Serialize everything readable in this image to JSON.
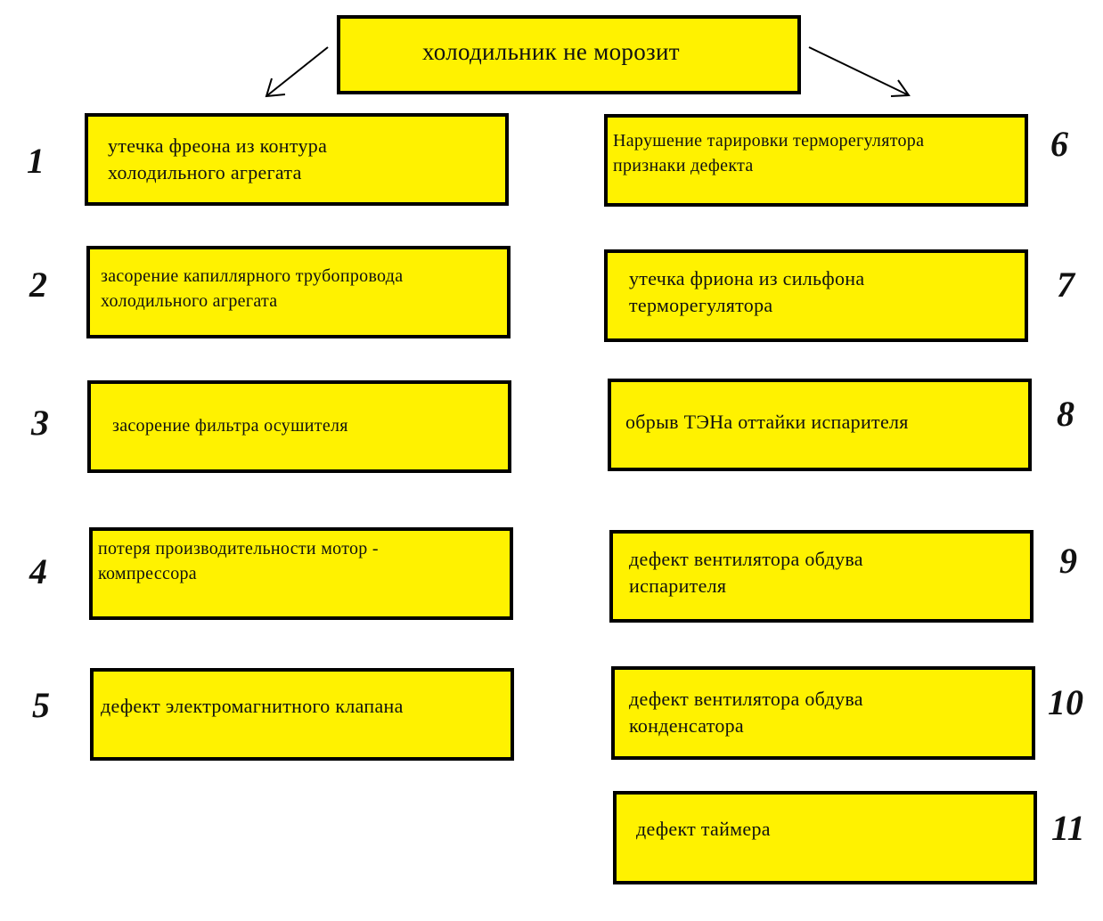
{
  "title": "холодильник не морозит",
  "causes": [
    {
      "number": "1",
      "text": "утечка фреона из контура\nхолодильного агрегата"
    },
    {
      "number": "2",
      "text": "засорение капиллярного трубопровода\nхолодильного агрегата"
    },
    {
      "number": "3",
      "text": "засорение фильтра осушителя"
    },
    {
      "number": "4",
      "text": "потеря производительности мотор -\nкомпрессора"
    },
    {
      "number": "5",
      "text": "дефект электромагнитного клапана"
    },
    {
      "number": "6",
      "text": "Нарушение тарировки терморегулятора\nпризнаки дефекта"
    },
    {
      "number": "7",
      "text": "утечка фриона из сильфона\nтерморегулятора"
    },
    {
      "number": "8",
      "text": "обрыв ТЭНа оттайки испарителя"
    },
    {
      "number": "9",
      "text": "дефект вентилятора обдува\n   испарителя"
    },
    {
      "number": "10",
      "text": "дефект вентилятора обдува\nконденсатора"
    },
    {
      "number": "11",
      "text": "дефект таймера"
    }
  ],
  "colors": {
    "box_fill": "#fff200",
    "border": "#000000"
  }
}
